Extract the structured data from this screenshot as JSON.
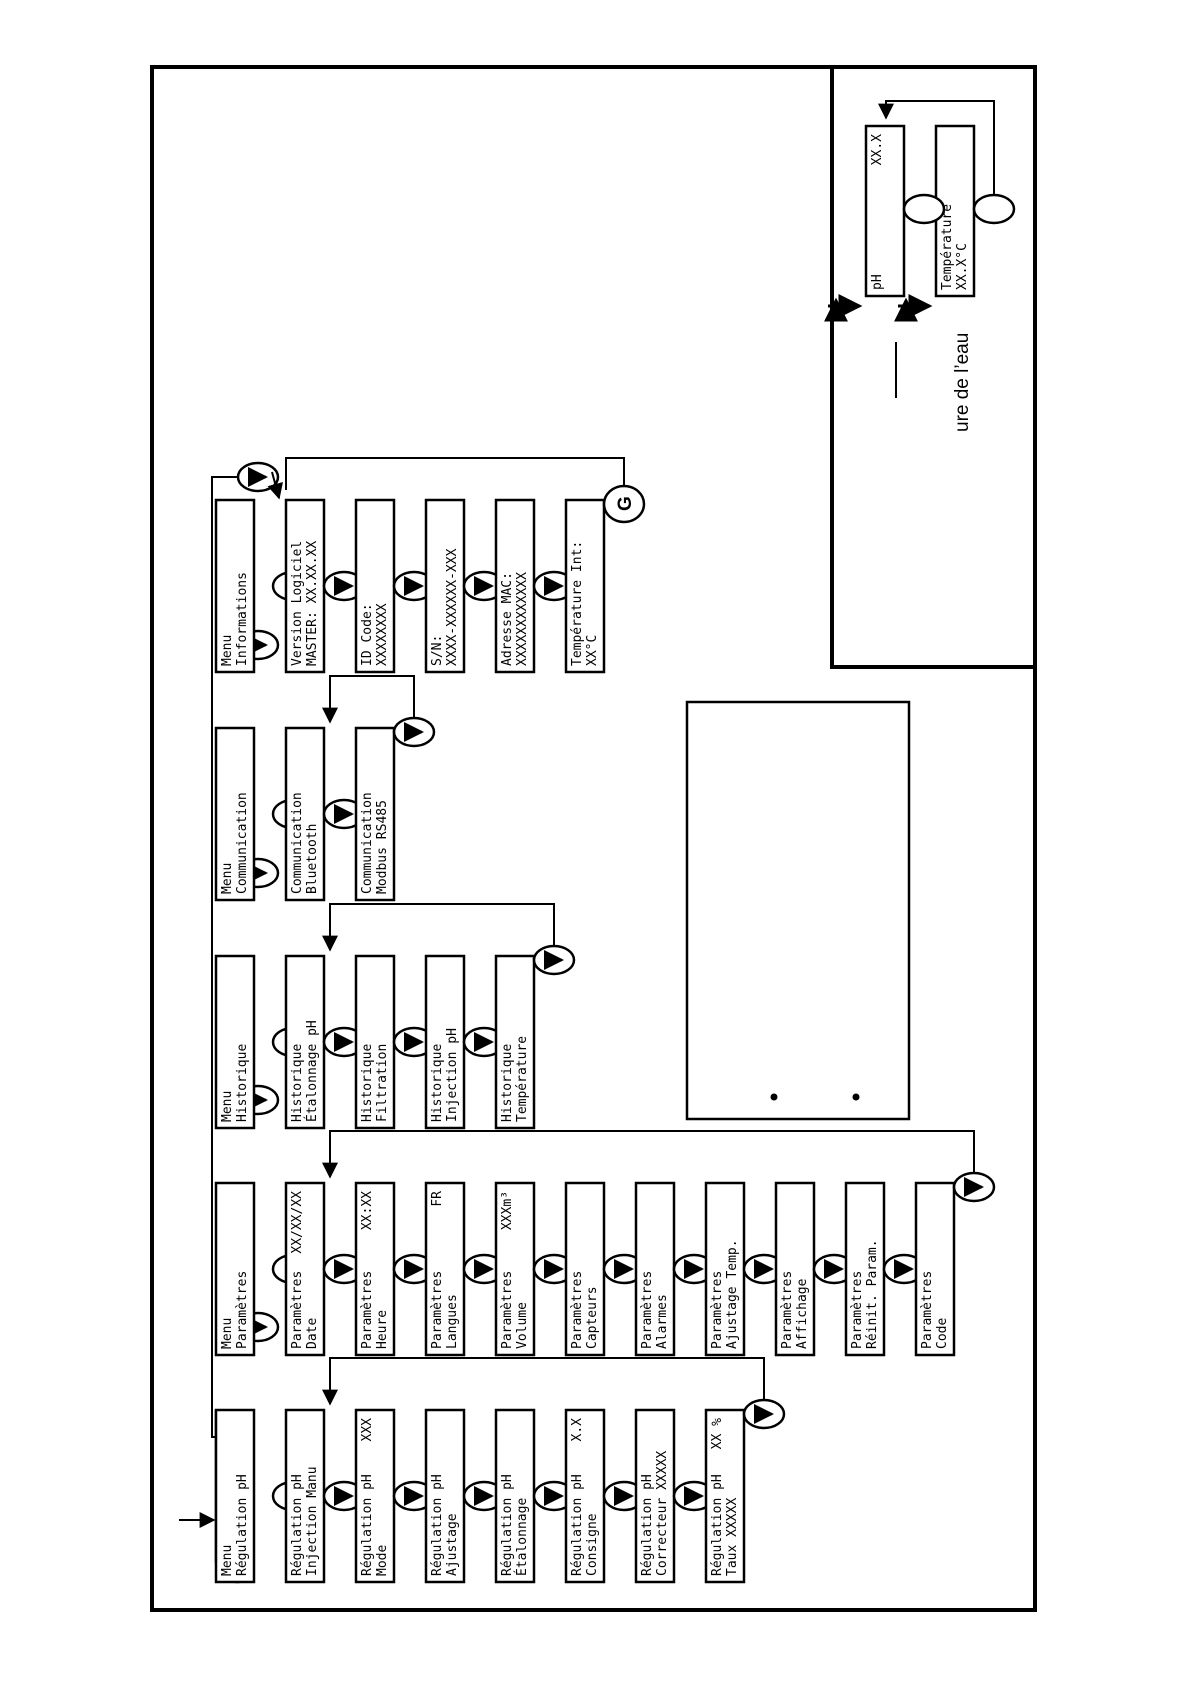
{
  "menus": [
    {
      "id": "regulation",
      "title": [
        "Menu",
        "Régulation pH"
      ],
      "items": [
        {
          "lines": [
            "Régulation pH",
            "Injection Manu"
          ],
          "value": ""
        },
        {
          "lines": [
            "Régulation pH",
            "Mode"
          ],
          "value": "XXX"
        },
        {
          "lines": [
            "Régulation pH",
            "Ajustage"
          ],
          "value": ""
        },
        {
          "lines": [
            "Régulation pH",
            "Étalonnage"
          ],
          "value": ""
        },
        {
          "lines": [
            "Régulation pH",
            "Consigne"
          ],
          "value": "X.X"
        },
        {
          "lines": [
            "Régulation pH",
            "Correcteur XXXXX"
          ],
          "value": ""
        },
        {
          "lines": [
            "Régulation pH",
            "Taux XXXXX"
          ],
          "value": "XX %"
        }
      ]
    },
    {
      "id": "parametres",
      "title": [
        "Menu",
        "Paramètres"
      ],
      "items": [
        {
          "lines": [
            "Paramètres",
            "Date"
          ],
          "value": "XX/XX/XX"
        },
        {
          "lines": [
            "Paramètres",
            "Heure"
          ],
          "value": "XX:XX"
        },
        {
          "lines": [
            "Paramètres",
            "Langues"
          ],
          "value": "FR"
        },
        {
          "lines": [
            "Paramètres",
            "Volume"
          ],
          "value": "XXXm³"
        },
        {
          "lines": [
            "Paramètres",
            "Capteurs"
          ],
          "value": ""
        },
        {
          "lines": [
            "Paramètres",
            "Alarmes"
          ],
          "value": ""
        },
        {
          "lines": [
            "Paramètres",
            "Ajustage Temp."
          ],
          "value": ""
        },
        {
          "lines": [
            "Paramètres",
            "Affichage"
          ],
          "value": ""
        },
        {
          "lines": [
            "Paramètres",
            "Réinit. Param."
          ],
          "value": ""
        },
        {
          "lines": [
            "Paramètres",
            "Code"
          ],
          "value": ""
        }
      ]
    },
    {
      "id": "historique",
      "title": [
        "Menu",
        "Historique"
      ],
      "items": [
        {
          "lines": [
            "Historique",
            "Étalonnage pH"
          ],
          "value": ""
        },
        {
          "lines": [
            "Historique",
            "Filtration"
          ],
          "value": ""
        },
        {
          "lines": [
            "Historique",
            "Injection pH"
          ],
          "value": ""
        },
        {
          "lines": [
            "Historique",
            "Température"
          ],
          "value": ""
        }
      ]
    },
    {
      "id": "communication",
      "title": [
        "Menu",
        "Communication"
      ],
      "items": [
        {
          "lines": [
            "Communication",
            "Bluetooth"
          ],
          "value": ""
        },
        {
          "lines": [
            "Communication",
            "Modbus RS485"
          ],
          "value": ""
        }
      ]
    },
    {
      "id": "informations",
      "title": [
        "Menu",
        "Informations"
      ],
      "items": [
        {
          "lines": [
            "Version Logiciel",
            "MASTER: XX.XX.XX"
          ],
          "value": ""
        },
        {
          "lines": [
            "ID Code:",
            "   XXXXXXXX"
          ],
          "value": ""
        },
        {
          "lines": [
            "S/N:",
            "XXXX-XXXXXX-XXX"
          ],
          "value": ""
        },
        {
          "lines": [
            "Adresse MAC:",
            " XXXXXXXXXXXX"
          ],
          "value": ""
        },
        {
          "lines": [
            "Température Int:",
            "     XX°C"
          ],
          "value": ""
        }
      ]
    }
  ],
  "panel": {
    "screens": [
      {
        "lines": [
          "pH"
        ],
        "value": "XX.X"
      },
      {
        "lines": [
          "Température",
          "   XX.X°C"
        ],
        "value": ""
      }
    ]
  },
  "side_label": "ure de l’eau",
  "back_button_glyph": "G",
  "colors": {
    "ink": "#000000",
    "background": "#ffffff"
  }
}
